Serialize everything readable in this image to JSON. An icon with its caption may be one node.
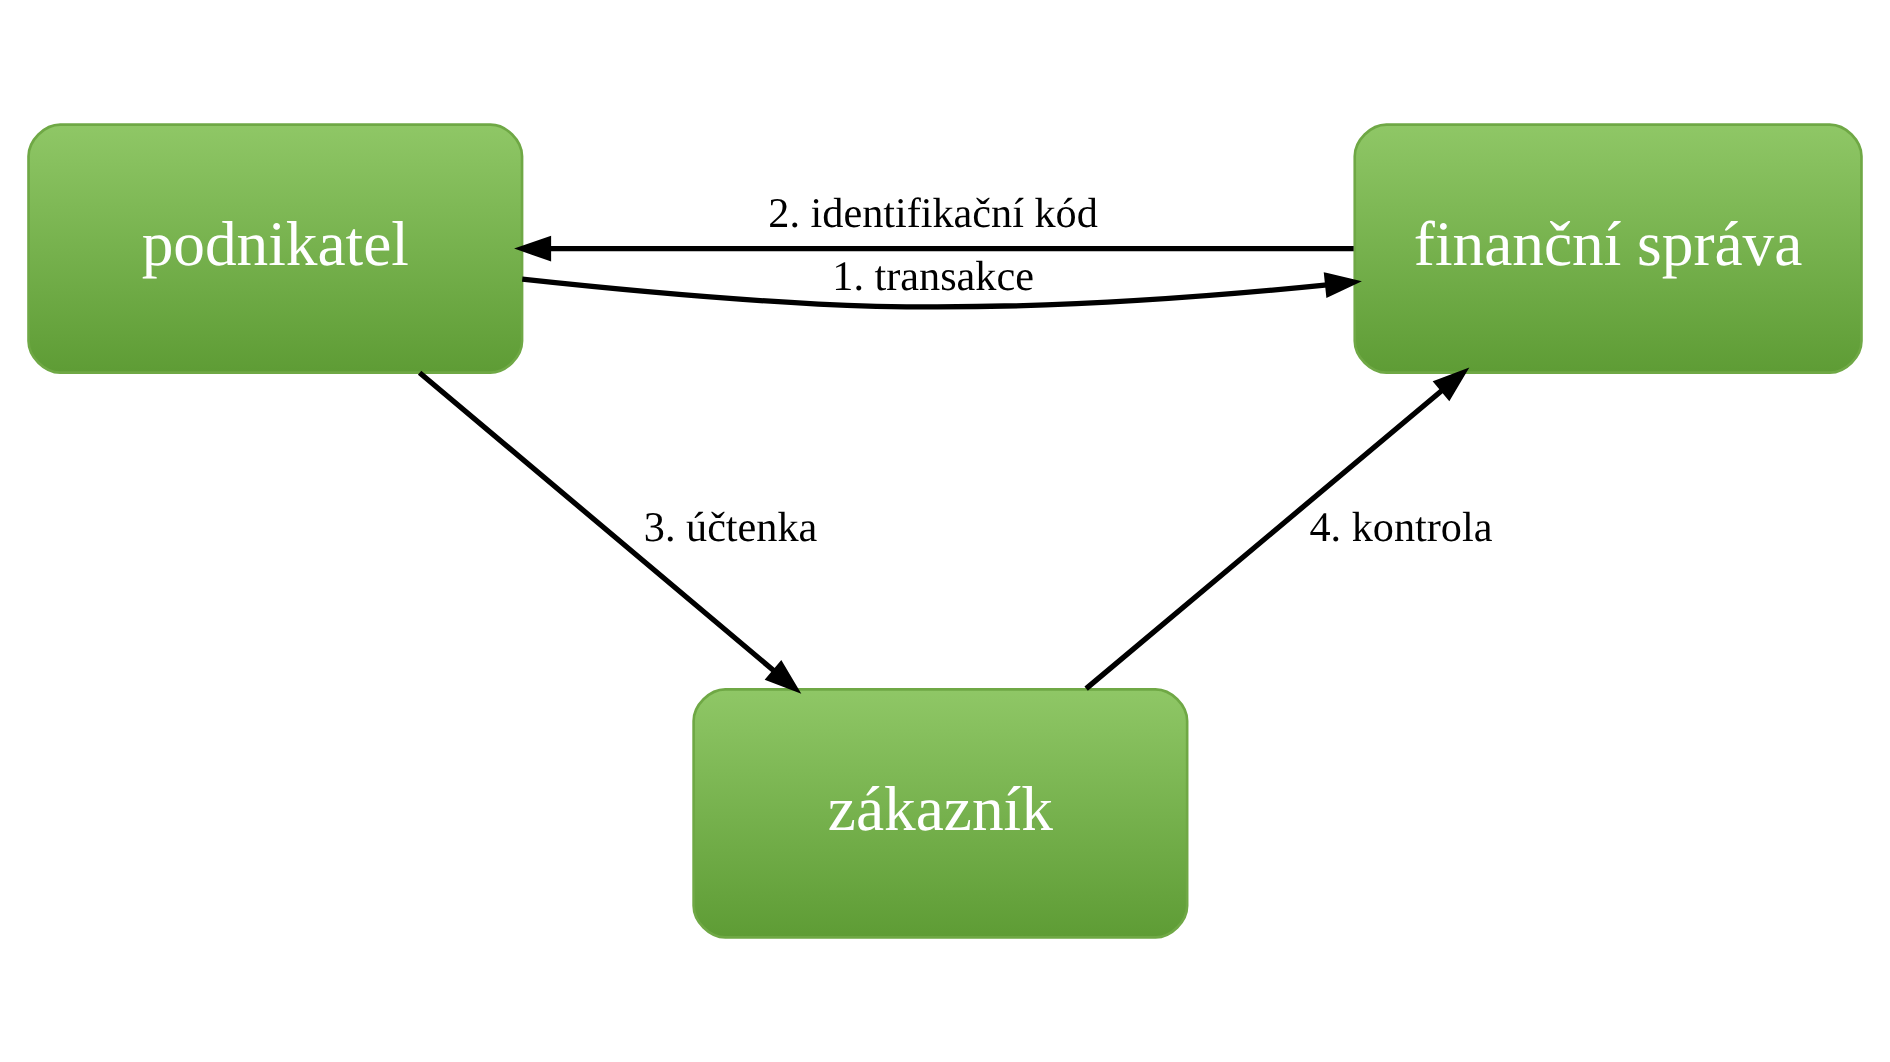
{
  "diagram": {
    "nodes": [
      {
        "text": [
          "podnikatel"
        ]
      },
      {
        "text": [
          "finanční správa"
        ]
      },
      {
        "text": [
          "zákazník"
        ]
      }
    ],
    "edges": [
      {
        "from": 0,
        "to": 1,
        "arrow": "to",
        "label": "1. transakce"
      },
      {
        "from": 1,
        "to": 0,
        "arrow": "to",
        "label": "2. identifikační kód"
      },
      {
        "from": 0,
        "to": 2,
        "arrow": "to",
        "label": "3. účtenka"
      },
      {
        "from": 2,
        "to": 1,
        "arrow": "to",
        "label": "4. kontrola"
      }
    ]
  }
}
